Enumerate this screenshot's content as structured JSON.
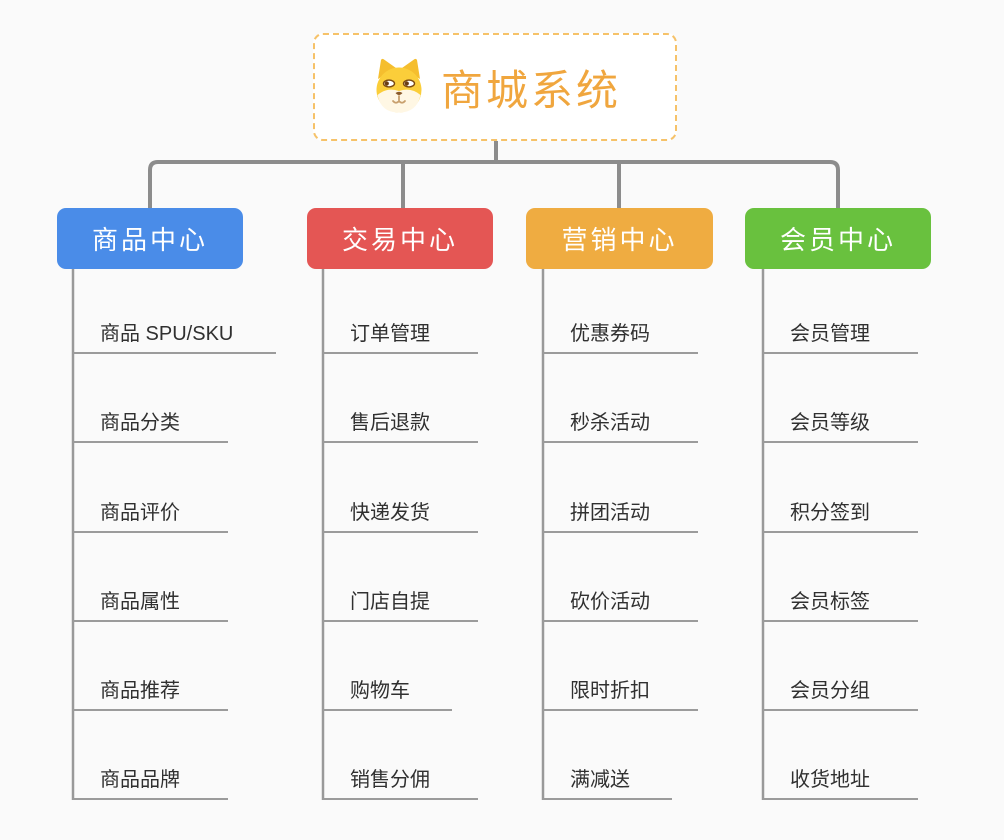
{
  "root": {
    "label": "商城系统",
    "icon": "dog-face-icon",
    "text_color": "#F0A63E",
    "border_color": "#F6C269"
  },
  "style": {
    "connector_color": "#8C8C8C",
    "trunk_color": "#999999",
    "underline_color": "#9B9B9B",
    "leaf_text_color": "#303030",
    "background": "#FAFAFA"
  },
  "branches": [
    {
      "label": "商品中心",
      "color": "#4A8CE8",
      "items": [
        "商品 SPU/SKU",
        "商品分类",
        "商品评价",
        "商品属性",
        "商品推荐",
        "商品品牌"
      ]
    },
    {
      "label": "交易中心",
      "color": "#E45654",
      "items": [
        "订单管理",
        "售后退款",
        "快递发货",
        "门店自提",
        "购物车",
        "销售分佣"
      ]
    },
    {
      "label": "营销中心",
      "color": "#EFAC41",
      "items": [
        "优惠券码",
        "秒杀活动",
        "拼团活动",
        "砍价活动",
        "限时折扣",
        "满减送"
      ]
    },
    {
      "label": "会员中心",
      "color": "#69C13E",
      "items": [
        "会员管理",
        "会员等级",
        "积分签到",
        "会员标签",
        "会员分组",
        "收货地址"
      ]
    }
  ]
}
